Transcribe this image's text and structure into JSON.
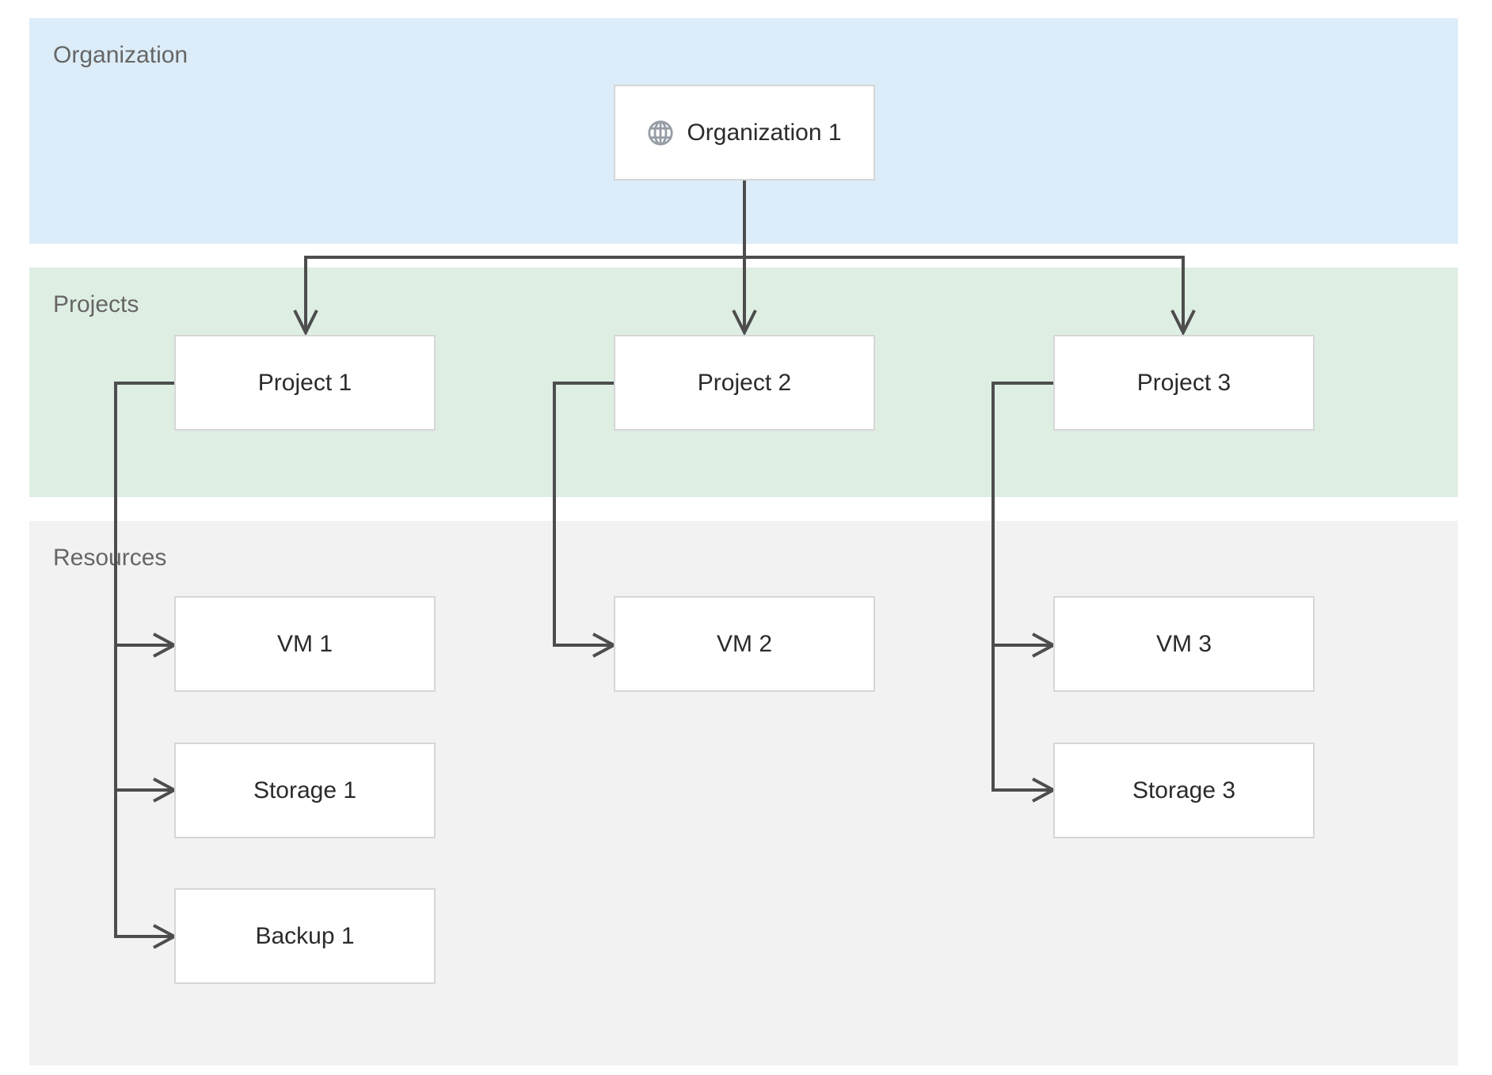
{
  "diagram": {
    "type": "layered-architecture-diagram",
    "bands": {
      "organization": {
        "label": "Organization",
        "color": "#dcedf9"
      },
      "projects": {
        "label": "Projects",
        "color": "#dfeee3"
      },
      "resources": {
        "label": "Resources",
        "color": "#f2f2f2"
      }
    },
    "nodes": {
      "org1": {
        "label": "Organization 1",
        "icon": "globe-icon",
        "band": "organization"
      },
      "project1": {
        "label": "Project 1",
        "band": "projects"
      },
      "project2": {
        "label": "Project 2",
        "band": "projects"
      },
      "project3": {
        "label": "Project 3",
        "band": "projects"
      },
      "vm1": {
        "label": "VM 1",
        "band": "resources"
      },
      "storage1": {
        "label": "Storage 1",
        "band": "resources"
      },
      "backup1": {
        "label": "Backup 1",
        "band": "resources"
      },
      "vm2": {
        "label": "VM 2",
        "band": "resources"
      },
      "vm3": {
        "label": "VM 3",
        "band": "resources"
      },
      "storage3": {
        "label": "Storage 3",
        "band": "resources"
      }
    },
    "edges": [
      {
        "from": "org1",
        "to": "project1"
      },
      {
        "from": "org1",
        "to": "project2"
      },
      {
        "from": "org1",
        "to": "project3"
      },
      {
        "from": "project1",
        "to": "vm1"
      },
      {
        "from": "project1",
        "to": "storage1"
      },
      {
        "from": "project1",
        "to": "backup1"
      },
      {
        "from": "project2",
        "to": "vm2"
      },
      {
        "from": "project3",
        "to": "vm3"
      },
      {
        "from": "project3",
        "to": "storage3"
      }
    ],
    "colors": {
      "band_organization": "#dcedf9",
      "band_projects": "#dfeee3",
      "band_resources": "#f2f2f2",
      "node_fill": "#ffffff",
      "node_border": "#d6d6d6",
      "node_text": "#2b2b2b",
      "band_label_text": "#666666",
      "connector": "#4d4d4d",
      "globe_icon": "#979da5"
    }
  }
}
